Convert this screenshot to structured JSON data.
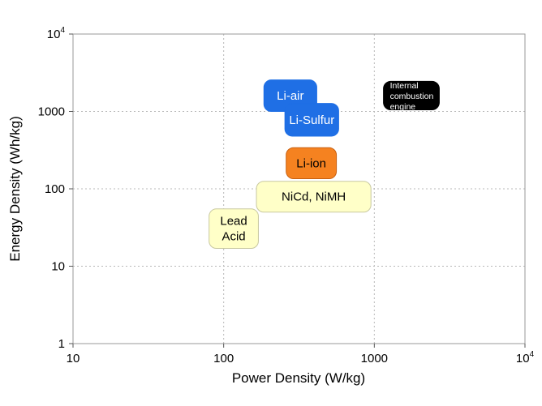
{
  "chart_data": {
    "type": "scatter",
    "x_scale": "log",
    "y_scale": "log",
    "xlabel": "Power Density (W/kg)",
    "ylabel": "Energy Density (Wh/kg)",
    "xlim": [
      10,
      10000
    ],
    "ylim": [
      1,
      10000
    ],
    "x_ticks": [
      {
        "value": 10,
        "label": "10"
      },
      {
        "value": 100,
        "label": "100"
      },
      {
        "value": 1000,
        "label": "1000"
      },
      {
        "value": 10000,
        "label": "10",
        "sup": "4"
      }
    ],
    "y_ticks": [
      {
        "value": 1,
        "label": "1"
      },
      {
        "value": 10,
        "label": "10"
      },
      {
        "value": 100,
        "label": "100"
      },
      {
        "value": 1000,
        "label": "1000"
      },
      {
        "value": 10000,
        "label": "10",
        "sup": "4"
      }
    ],
    "grid": true,
    "regions": [
      {
        "name": "Lead Acid",
        "lines": [
          "Lead",
          "Acid"
        ],
        "x_range": [
          80,
          170
        ],
        "y_range": [
          17,
          55
        ],
        "fill": "#ffffc8",
        "stroke": "#c8c8a0",
        "text_color": "#000000",
        "text_size": "normal"
      },
      {
        "name": "NiCd, NiMH",
        "lines": [
          "NiCd, NiMH"
        ],
        "x_range": [
          165,
          950
        ],
        "y_range": [
          50,
          125
        ],
        "fill": "#ffffc8",
        "stroke": "#c8c8a0",
        "text_color": "#000000",
        "text_size": "normal"
      },
      {
        "name": "Li-ion",
        "lines": [
          "Li-ion"
        ],
        "x_range": [
          260,
          560
        ],
        "y_range": [
          135,
          340
        ],
        "fill": "#f58220",
        "stroke": "#c86010",
        "text_color": "#000000",
        "text_size": "normal"
      },
      {
        "name": "Li-air",
        "lines": [
          "Li-air"
        ],
        "x_range": [
          185,
          415
        ],
        "y_range": [
          1000,
          2550
        ],
        "fill": "#1f6fe5",
        "stroke": "#1f6fe5",
        "text_color": "#ffffff",
        "text_size": "normal"
      },
      {
        "name": "Li-Sulfur",
        "lines": [
          "Li-Sulfur"
        ],
        "x_range": [
          255,
          580
        ],
        "y_range": [
          480,
          1270
        ],
        "fill": "#1f6fe5",
        "stroke": "#1f6fe5",
        "text_color": "#ffffff",
        "text_size": "normal"
      },
      {
        "name": "Internal combustion engine",
        "lines": [
          "Internal",
          "combustion",
          "engine"
        ],
        "x_range": [
          1150,
          2700
        ],
        "y_range": [
          1050,
          2450
        ],
        "fill": "#000000",
        "stroke": "#000000",
        "text_color": "#ffffff",
        "text_size": "small"
      }
    ]
  }
}
